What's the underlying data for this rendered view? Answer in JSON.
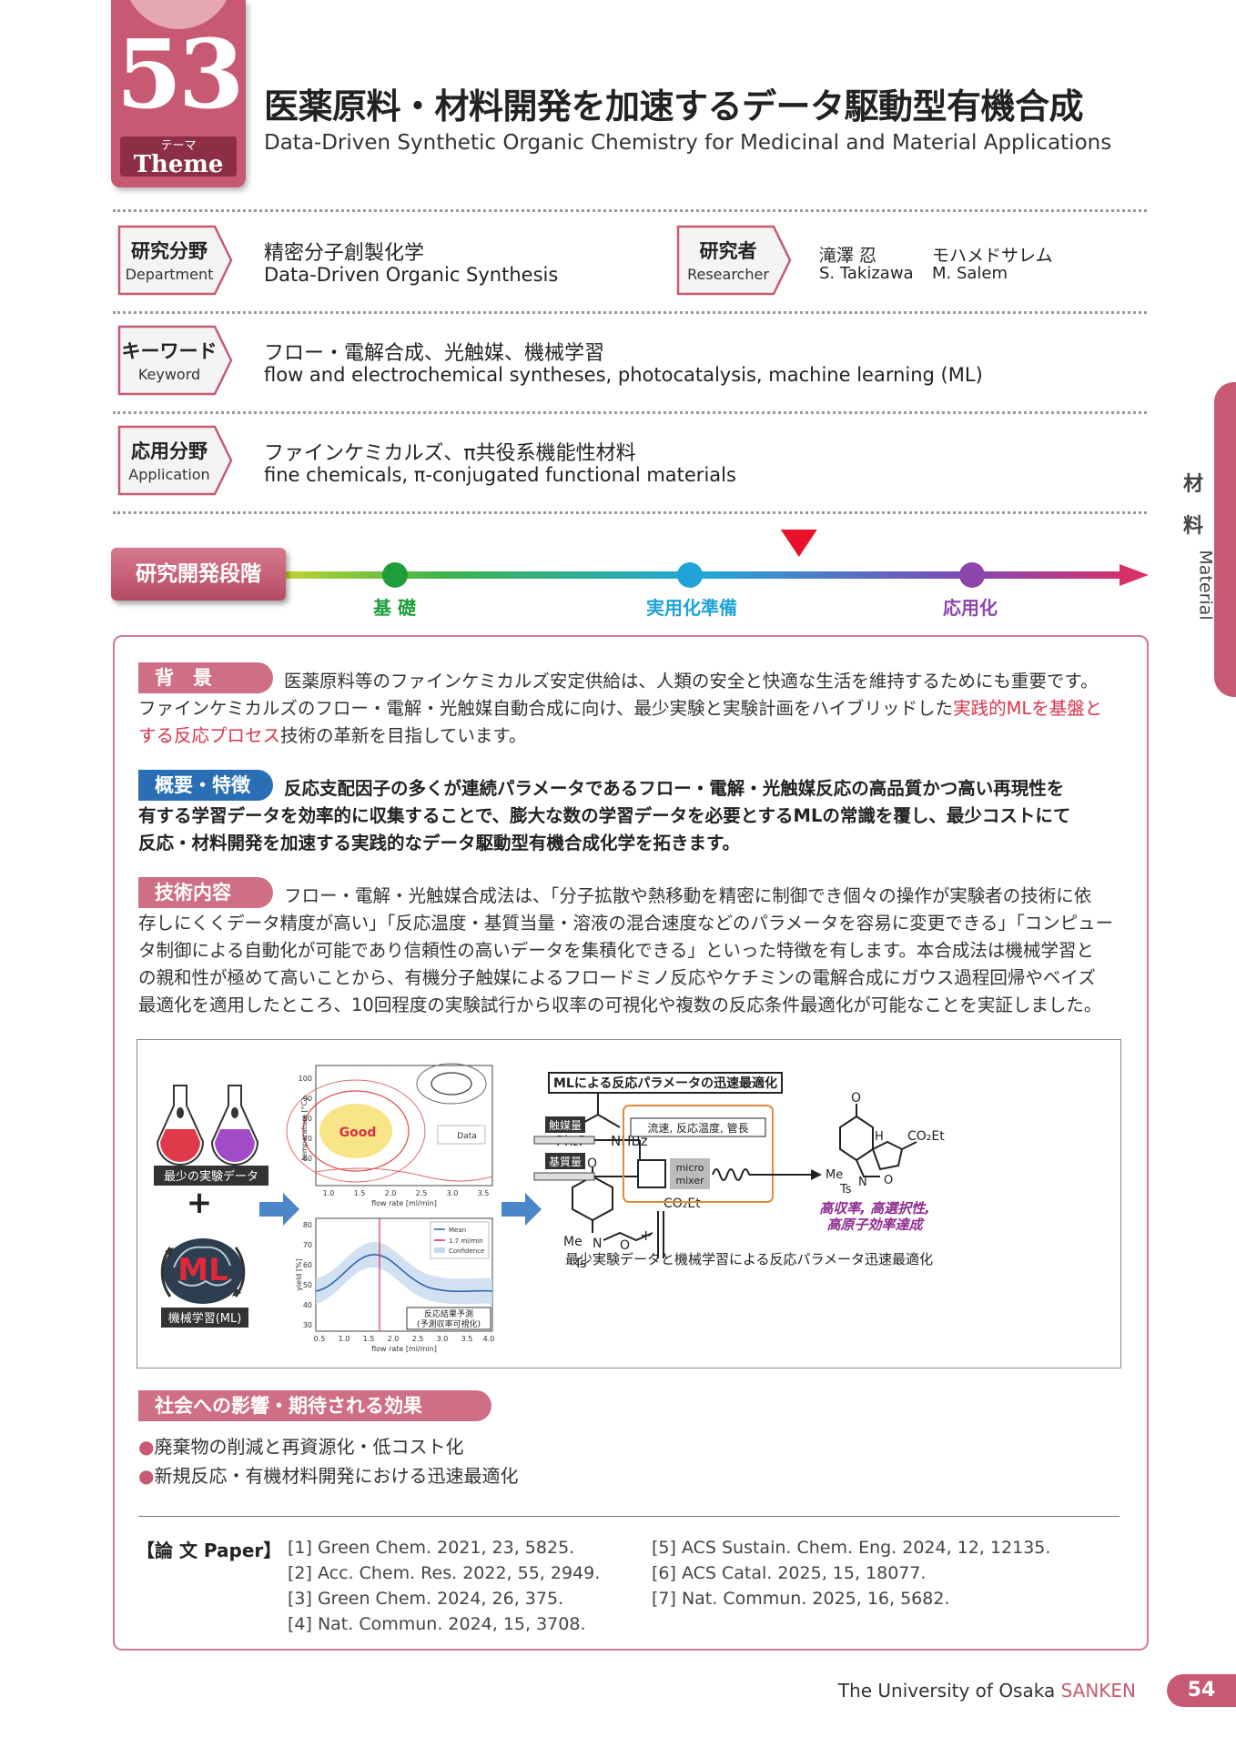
{
  "theme": {
    "number": "53",
    "label_jp": "テーマ",
    "label_en": "Theme"
  },
  "title": {
    "jp": "医薬原料・材料開発を加速するデータ駆動型有機合成",
    "en": "Data-Driven Synthetic Organic Chemistry for Medicinal and Material Applications"
  },
  "department": {
    "tag_jp": "研究分野",
    "tag_en": "Department",
    "value_jp": "精密分子創製化学",
    "value_en": "Data-Driven Organic Synthesis"
  },
  "researcher": {
    "tag_jp": "研究者",
    "tag_en": "Researcher",
    "people": [
      {
        "jp": "滝澤 忍",
        "en": "S. Takizawa"
      },
      {
        "jp": "モハメドサレム",
        "en": "M. Salem"
      }
    ]
  },
  "keyword": {
    "tag_jp": "キーワード",
    "tag_en": "Keyword",
    "value_jp": "フロー・電解合成、光触媒、機械学習",
    "value_en": "flow and electrochemical syntheses, photocatalysis, machine learning (ML)"
  },
  "application": {
    "tag_jp": "応用分野",
    "tag_en": "Application",
    "value_jp": "ファインケミカルズ、π共役系機能性材料",
    "value_en": "fine chemicals, π-conjugated functional materials"
  },
  "stage": {
    "label": "研究開発段階",
    "points": [
      {
        "label": "基 礎",
        "color": "#1e9e3a"
      },
      {
        "label": "実用化準備",
        "color": "#1fa3d8"
      },
      {
        "label": "応用化",
        "color": "#8e44ad"
      }
    ],
    "current_position_fraction": 0.7
  },
  "background": {
    "tag": "背　景",
    "text_1": "医薬原料等のファインケミカルズ安定供給は、人類の安全と快適な生活を維持するためにも重要です。",
    "text_2a": "ファインケミカルズのフロー・電解・光触媒自動合成に向け、最少実験と実験計画をハイブリッドした",
    "text_2b": "実践的MLを基盤と",
    "text_3a": "する反応プロセス",
    "text_3b": "技術の革新を目指しています。"
  },
  "overview": {
    "tag": "概要・特徴",
    "line_1": "反応支配因子の多くが連続パラメータであるフロー・電解・光触媒反応の高品質かつ高い再現性を",
    "line_2": "有する学習データを効率的に収集することで、膨大な数の学習データを必要とするMLの常識を覆し、最少コストにて",
    "line_3": "反応・材料開発を加速する実践的なデータ駆動型有機合成化学を拓きます。"
  },
  "technology": {
    "tag": "技術内容",
    "line_1": "フロー・電解・光触媒合成法は、「分子拡散や熱移動を精密に制御でき個々の操作が実験者の技術に依",
    "line_2": "存しにくくデータ精度が高い」「反応温度・基質当量・溶液の混合速度などのパラメータを容易に変更できる」「コンピュー",
    "line_3": "タ制御による自動化が可能であり信頼性の高いデータを集積化できる」といった特徴を有します。本合成法は機械学習と",
    "line_4": "の親和性が極めて高いことから、有機分子触媒によるフロードミノ反応やケチミンの電解合成にガウス過程回帰やベイズ",
    "line_5": "最適化を適用したところ、10回程度の実験試行から収率の可視化や複数の反応条件最適化が可能なことを実証しました。"
  },
  "figure": {
    "min_data": "最少の実験データ",
    "plus": "+",
    "ml": "ML",
    "ml_label": "機械学習(ML)",
    "contour": {
      "good": "Good",
      "legend": "Data",
      "ylabel": "temperature [°C]",
      "xlabel": "flow rate [ml/min]",
      "yticks": [
        "100",
        "90",
        "80",
        "70",
        "60"
      ],
      "xticks": [
        "1.0",
        "1.5",
        "2.0",
        "2.5",
        "3.0",
        "3.5"
      ]
    },
    "yield_plot": {
      "ylabel": "yield [%]",
      "xlabel": "flow rate [ml/min]",
      "yticks": [
        "80",
        "70",
        "60",
        "50",
        "40",
        "30"
      ],
      "xticks": [
        "0.5",
        "1.0",
        "1.5",
        "2.0",
        "2.5",
        "3.0",
        "3.5",
        "4.0"
      ],
      "legend": [
        "Mean",
        "1.7 ml/min",
        "Confidence"
      ],
      "prediction_1": "反応結果予測",
      "prediction_2": "(予測収率可視化)"
    },
    "ml_optimization": "MLによる反応パラメータの迅速最適化",
    "catalyst": "触媒量",
    "substrate": "基質量",
    "conditions": "流速, 反応温度, 管長",
    "micro_1": "micro",
    "micro_2": "mixer",
    "chem": {
      "ph2p": "Ph₂P",
      "nhbz": "NHBz",
      "me": "Me",
      "n": "N",
      "ts": "Ts",
      "o": "O",
      "co2et": "CO₂Et",
      "plus": "+",
      "h": "H"
    },
    "result_1": "高収率, 高選択性,",
    "result_2": "高原子効率達成",
    "caption": "最少実験データと機械学習による反応パラメータ迅速最適化"
  },
  "impact": {
    "tag": "社会への影響・期待される効果",
    "items": [
      "廃棄物の削減と再資源化・低コスト化",
      "新規反応・有機材料開発における迅速最適化"
    ]
  },
  "papers": {
    "label": "【論 文 Paper】",
    "refs": [
      "[1] Green Chem. 2021, 23, 5825.",
      "[2] Acc. Chem. Res. 2022, 55, 2949.",
      "[3] Green Chem. 2024, 26, 375.",
      "[4] Nat. Commun. 2024, 15, 3708.",
      "[5] ACS Sustain. Chem. Eng. 2024, 12, 12135.",
      "[6] ACS Catal. 2025, 15, 18077.",
      "[7] Nat. Commun. 2025, 16, 5682."
    ]
  },
  "side": {
    "jp_1": "材",
    "jp_2": "料",
    "en": "Material"
  },
  "footer": {
    "the": "The ",
    "university": "University",
    "of": " of ",
    "osaka": "Osaka",
    "sanken": " SANKEN",
    "page": "54"
  },
  "colors": {
    "accent": "#c75a72",
    "accent_dark": "#8c2e45",
    "red_text": "#d6334a",
    "overview_blue": "#2a6fb6",
    "purple_text": "#8e2d8e"
  }
}
